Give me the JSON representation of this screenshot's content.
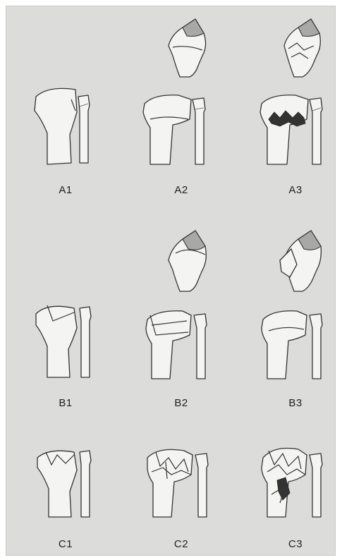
{
  "labels": {
    "a1": "A1",
    "a2": "A2",
    "a3": "A3",
    "b1": "B1",
    "b2": "B2",
    "b3": "B3",
    "c1": "C1",
    "c2": "C2",
    "c3": "C3"
  }
}
